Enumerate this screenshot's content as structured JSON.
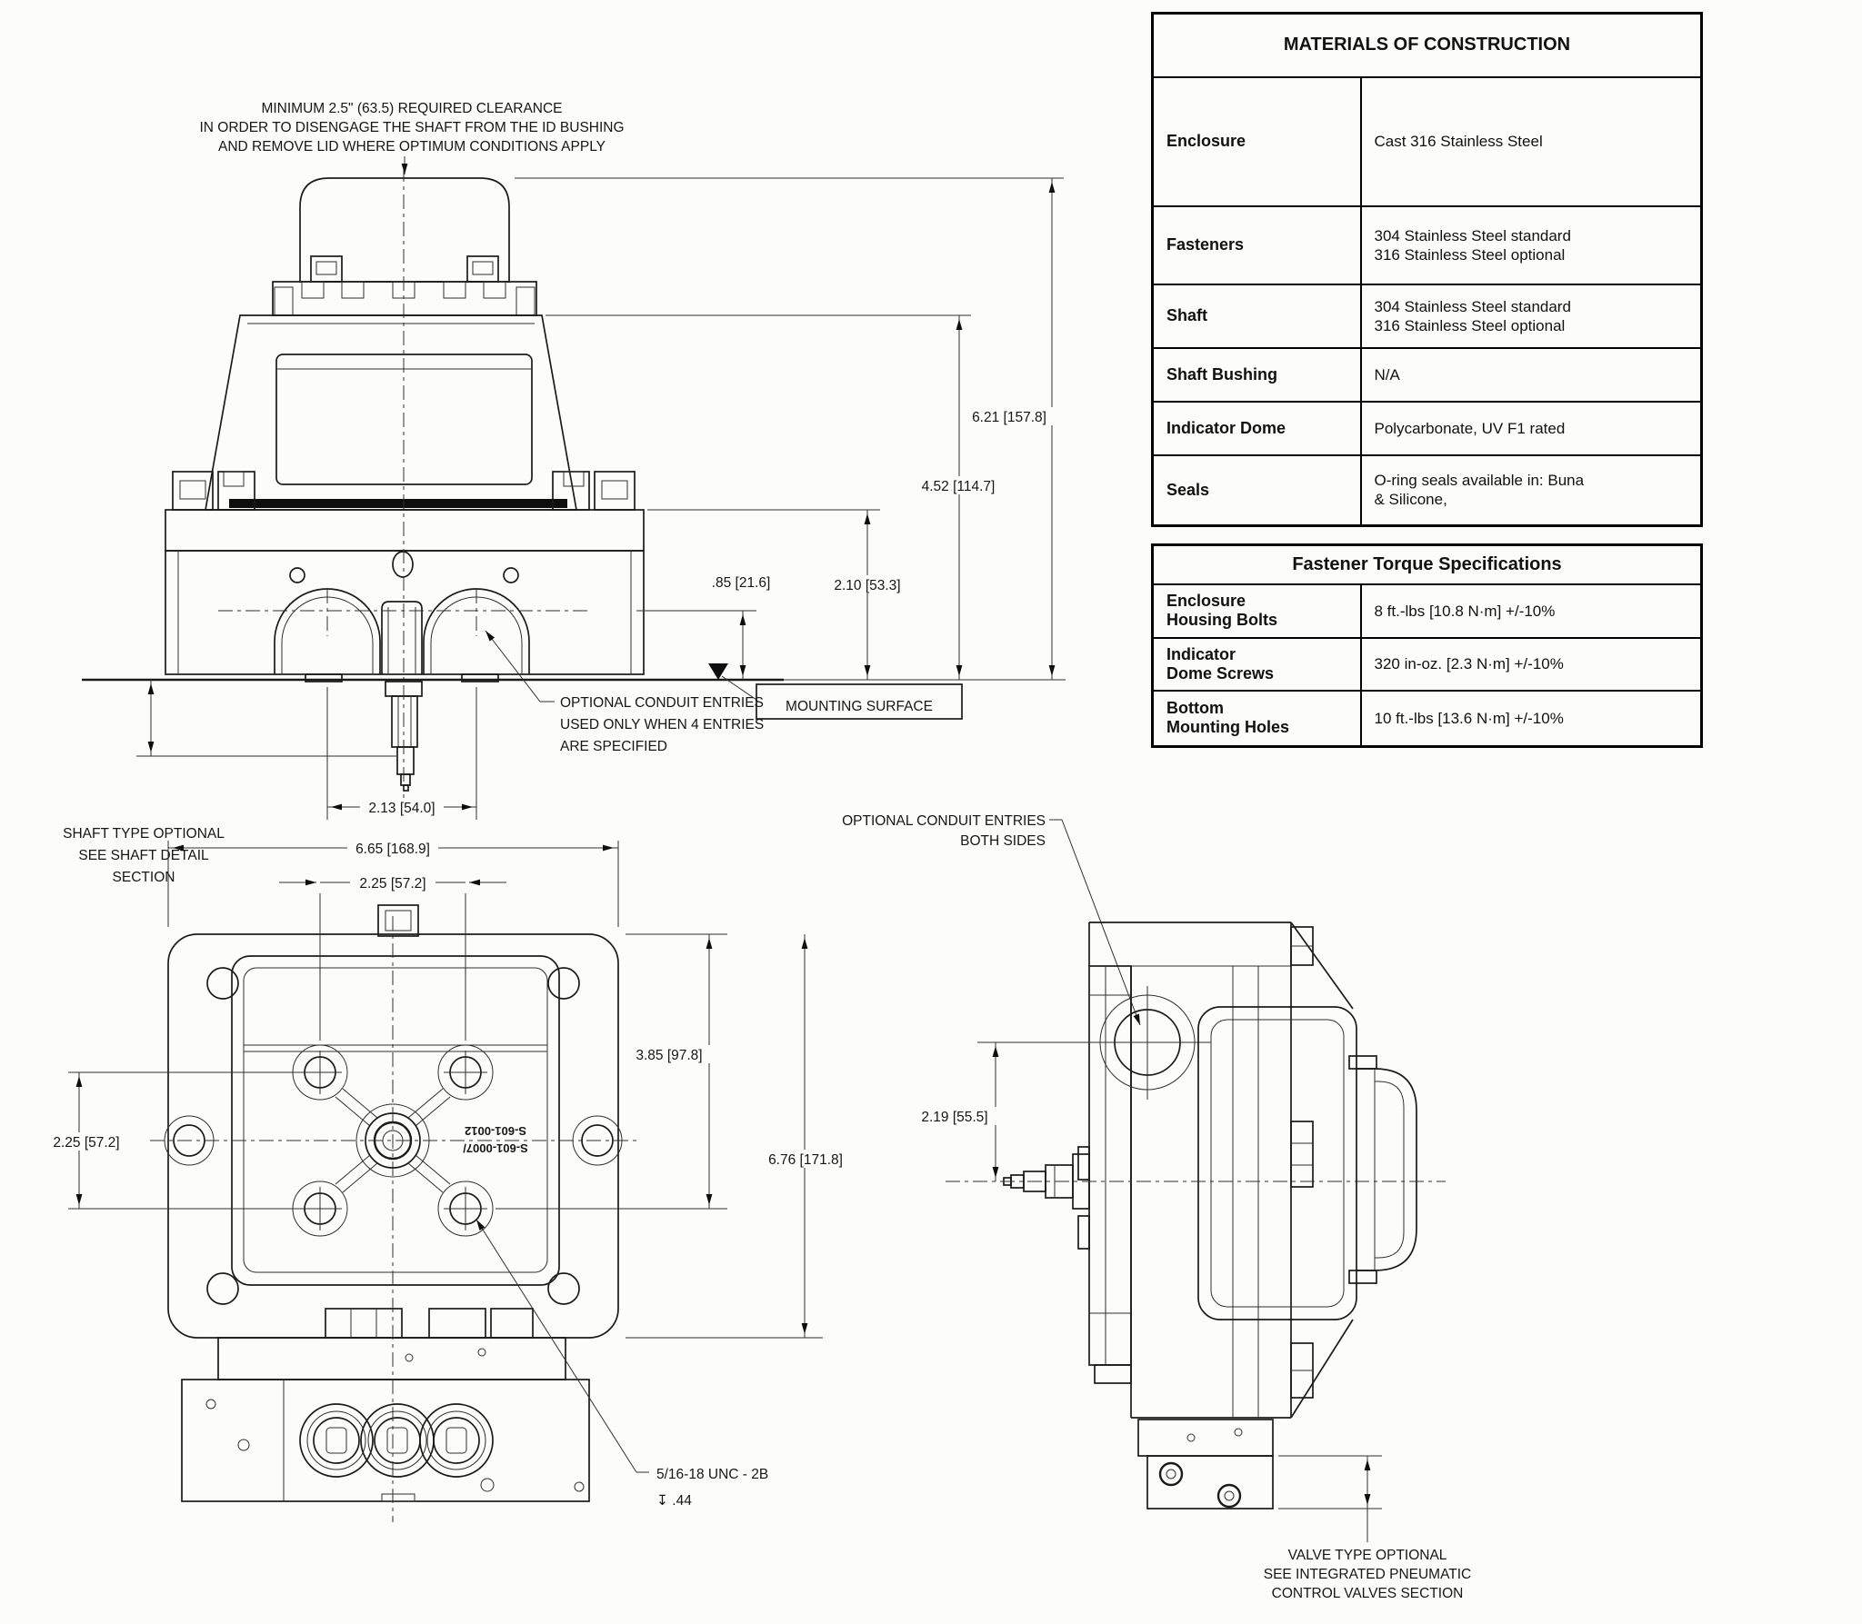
{
  "notes": {
    "clearance": [
      "MINIMUM 2.5\" (63.5) REQUIRED CLEARANCE",
      "IN ORDER TO DISENGAGE THE SHAFT FROM THE ID BUSHING",
      "AND REMOVE LID WHERE OPTIMUM CONDITIONS APPLY"
    ],
    "shaft_type": [
      "SHAFT TYPE OPTIONAL",
      "SEE SHAFT DETAIL",
      "SECTION"
    ],
    "conduit_front": [
      "OPTIONAL CONDUIT ENTRIES",
      "USED ONLY WHEN 4 ENTRIES",
      "ARE SPECIFIED"
    ],
    "conduit_side": [
      "OPTIONAL CONDUIT ENTRIES",
      "BOTH SIDES"
    ],
    "valve_type": [
      "VALVE TYPE OPTIONAL",
      "SEE INTEGRATED PNEUMATIC",
      "CONTROL VALVES SECTION"
    ],
    "mounting_surface": "MOUNTING SURFACE",
    "thread_callout": "5/16-18 UNC - 2B",
    "thread_depth": "↧ .44",
    "part_numbers": [
      "S-601-0007/",
      "S-601-0012"
    ]
  },
  "dimensions": {
    "front": {
      "height_total": "6.21 [157.8]",
      "height_lid": "4.52 [114.7]",
      "height_flange": "2.10 [53.3]",
      "conduit_height": ".85 [21.6]",
      "conduit_spacing": "2.13 [54.0]"
    },
    "bottom": {
      "width_total": "6.65 [168.9]",
      "bolt_spacing_x": "2.25 [57.2]",
      "bolt_spacing_y": "2.25 [57.2]",
      "bolt_from_top": "3.85 [97.8]",
      "height_total": "6.76 [171.8]"
    },
    "side": {
      "conduit_to_shaft": "2.19 [55.5]"
    }
  },
  "materials_table": {
    "title": "MATERIALS OF CONSTRUCTION",
    "rows": [
      {
        "label": "Enclosure",
        "value": [
          "Cast 316 Stainless Steel"
        ]
      },
      {
        "label": "Fasteners",
        "value": [
          "304 Stainless Steel standard",
          "316 Stainless Steel optional"
        ]
      },
      {
        "label": "Shaft",
        "value": [
          "304 Stainless Steel standard",
          "316 Stainless Steel optional"
        ]
      },
      {
        "label": "Shaft Bushing",
        "value": [
          "N/A"
        ]
      },
      {
        "label": "Indicator Dome",
        "value": [
          "Polycarbonate, UV F1 rated"
        ]
      },
      {
        "label": "Seals",
        "value": [
          "O-ring seals available in: Buna",
          "& Silicone,"
        ]
      }
    ]
  },
  "torque_table": {
    "title": "Fastener Torque Specifications",
    "rows": [
      {
        "label": [
          "Enclosure",
          "Housing Bolts"
        ],
        "value": "8 ft.-lbs [10.8 N·m] +/-10%"
      },
      {
        "label": [
          "Indicator",
          "Dome Screws"
        ],
        "value": "320 in-oz. [2.3 N·m] +/-10%"
      },
      {
        "label": [
          "Bottom",
          "Mounting Holes"
        ],
        "value": "10 ft.-lbs [13.6 N·m] +/-10%"
      }
    ]
  }
}
